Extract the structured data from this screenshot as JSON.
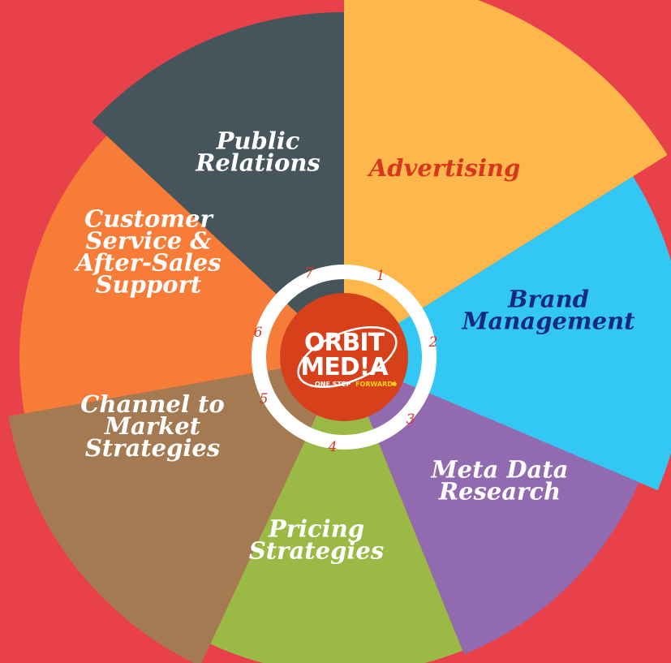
{
  "segments": [
    {
      "number": "1",
      "lines": [
        "Advertising"
      ],
      "color": "#fdb74a",
      "text_color": "#d9351f"
    },
    {
      "number": "2",
      "lines": [
        "Brand",
        "Management"
      ],
      "color": "#33c8f4",
      "text_color": "#162a7d"
    },
    {
      "number": "3",
      "lines": [
        "Meta Data",
        "Research"
      ],
      "color": "#916ab0",
      "text_color": "#ffffff"
    },
    {
      "number": "4",
      "lines": [
        "Pricing",
        "Strategies"
      ],
      "color": "#9bb945",
      "text_color": "#ffffff"
    },
    {
      "number": "5",
      "lines": [
        "Channel to",
        "Market",
        "Strategies"
      ],
      "color": "#a47a52",
      "text_color": "#ffffff"
    },
    {
      "number": "6",
      "lines": [
        "Customer",
        "Service &",
        "After-Sales",
        "Support"
      ],
      "color": "#f67c38",
      "text_color": "#ffffff"
    },
    {
      "number": "7",
      "lines": [
        "Public",
        "Relations"
      ],
      "color": "#46545c",
      "text_color": "#ffffff"
    }
  ],
  "logo": {
    "line1": "ORBIT",
    "line2": "MED!A",
    "tagline_a": "ONE STEP",
    "tagline_b": "FORWARD",
    "circle_color": "#d6411c",
    "accent_color": "#fcd116"
  },
  "ring_color": "#ffffff",
  "background": "#e8414a"
}
